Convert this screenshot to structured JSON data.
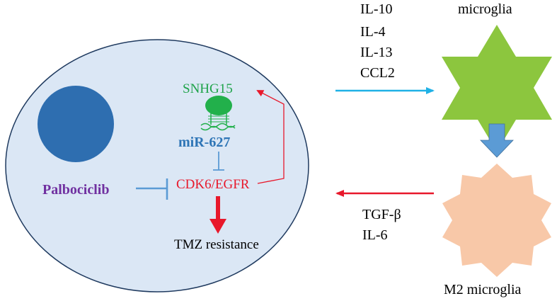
{
  "cell": {
    "snhg15": "SNHG15",
    "mir": "miR-627",
    "target": "CDK6/EGFR",
    "drug": "Palbociclib",
    "outcome": "TMZ resistance"
  },
  "secreted_to_microglia": [
    "IL-10",
    "IL-4",
    "IL-13",
    "CCL2"
  ],
  "microglia_label": "microglia",
  "m2_label": "M2 microglia",
  "secreted_from_m2": [
    "TGF-β",
    "IL-6"
  ],
  "colors": {
    "cell_fill": "#dbe7f5",
    "nucleus": "#2e6eb0",
    "snhg15_text": "#1fa34a",
    "lncrna_green": "#22b04b",
    "mir_text": "#2e75b6",
    "red": "#e8182b",
    "drug_text": "#7030a0",
    "inhibit_blue": "#5b9bd5",
    "cyan_arrow": "#1fb1e6",
    "microglia_green": "#8cc63e",
    "m2_fill": "#f8c8a8",
    "down_arrow": "#5b9bd5"
  }
}
